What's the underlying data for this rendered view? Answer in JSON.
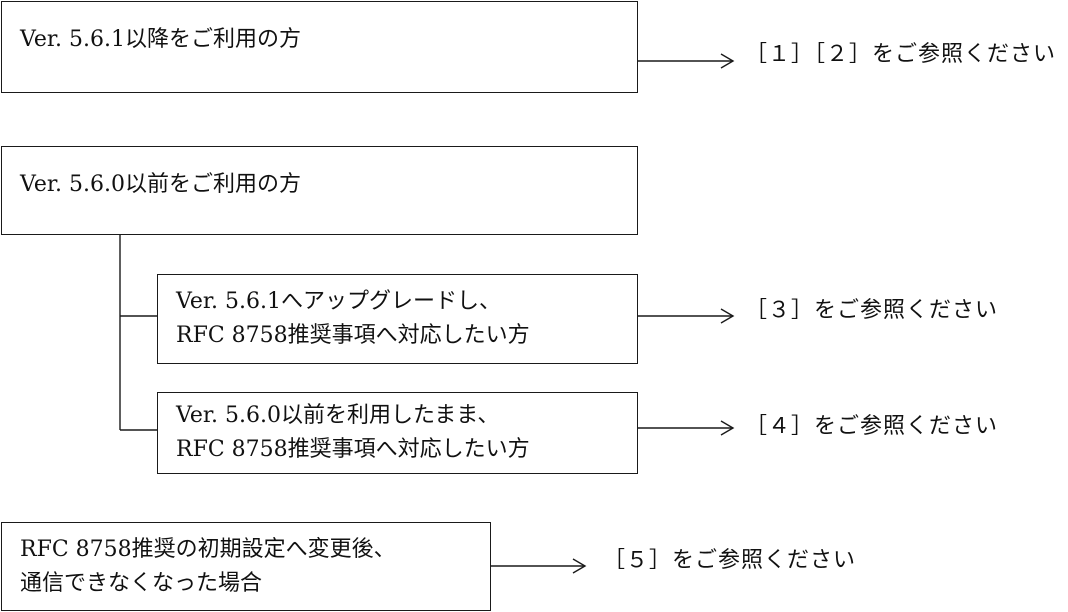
{
  "boxes": {
    "ver561_after": {
      "line1": "Ver. 5.6.1以降をご利用の方"
    },
    "ver560_before": {
      "line1": "Ver. 5.6.0以前をご利用の方"
    },
    "upgrade_case": {
      "line1": "Ver. 5.6.1へアップグレードし、",
      "line2": "RFC 8758推奨事項へ対応したい方"
    },
    "stay_case": {
      "line1": "Ver. 5.6.0以前を利用したまま、",
      "line2": "RFC 8758推奨事項へ対応したい方"
    },
    "changed_case": {
      "line1": "RFC 8758推奨の初期設定へ変更後、",
      "line2": "通信できなくなった場合"
    }
  },
  "references": {
    "ref_1_2": "［１］［２］をご参照ください",
    "ref_3": "［３］をご参照ください",
    "ref_4": "［４］をご参照ください",
    "ref_5": "［５］をご参照ください"
  }
}
